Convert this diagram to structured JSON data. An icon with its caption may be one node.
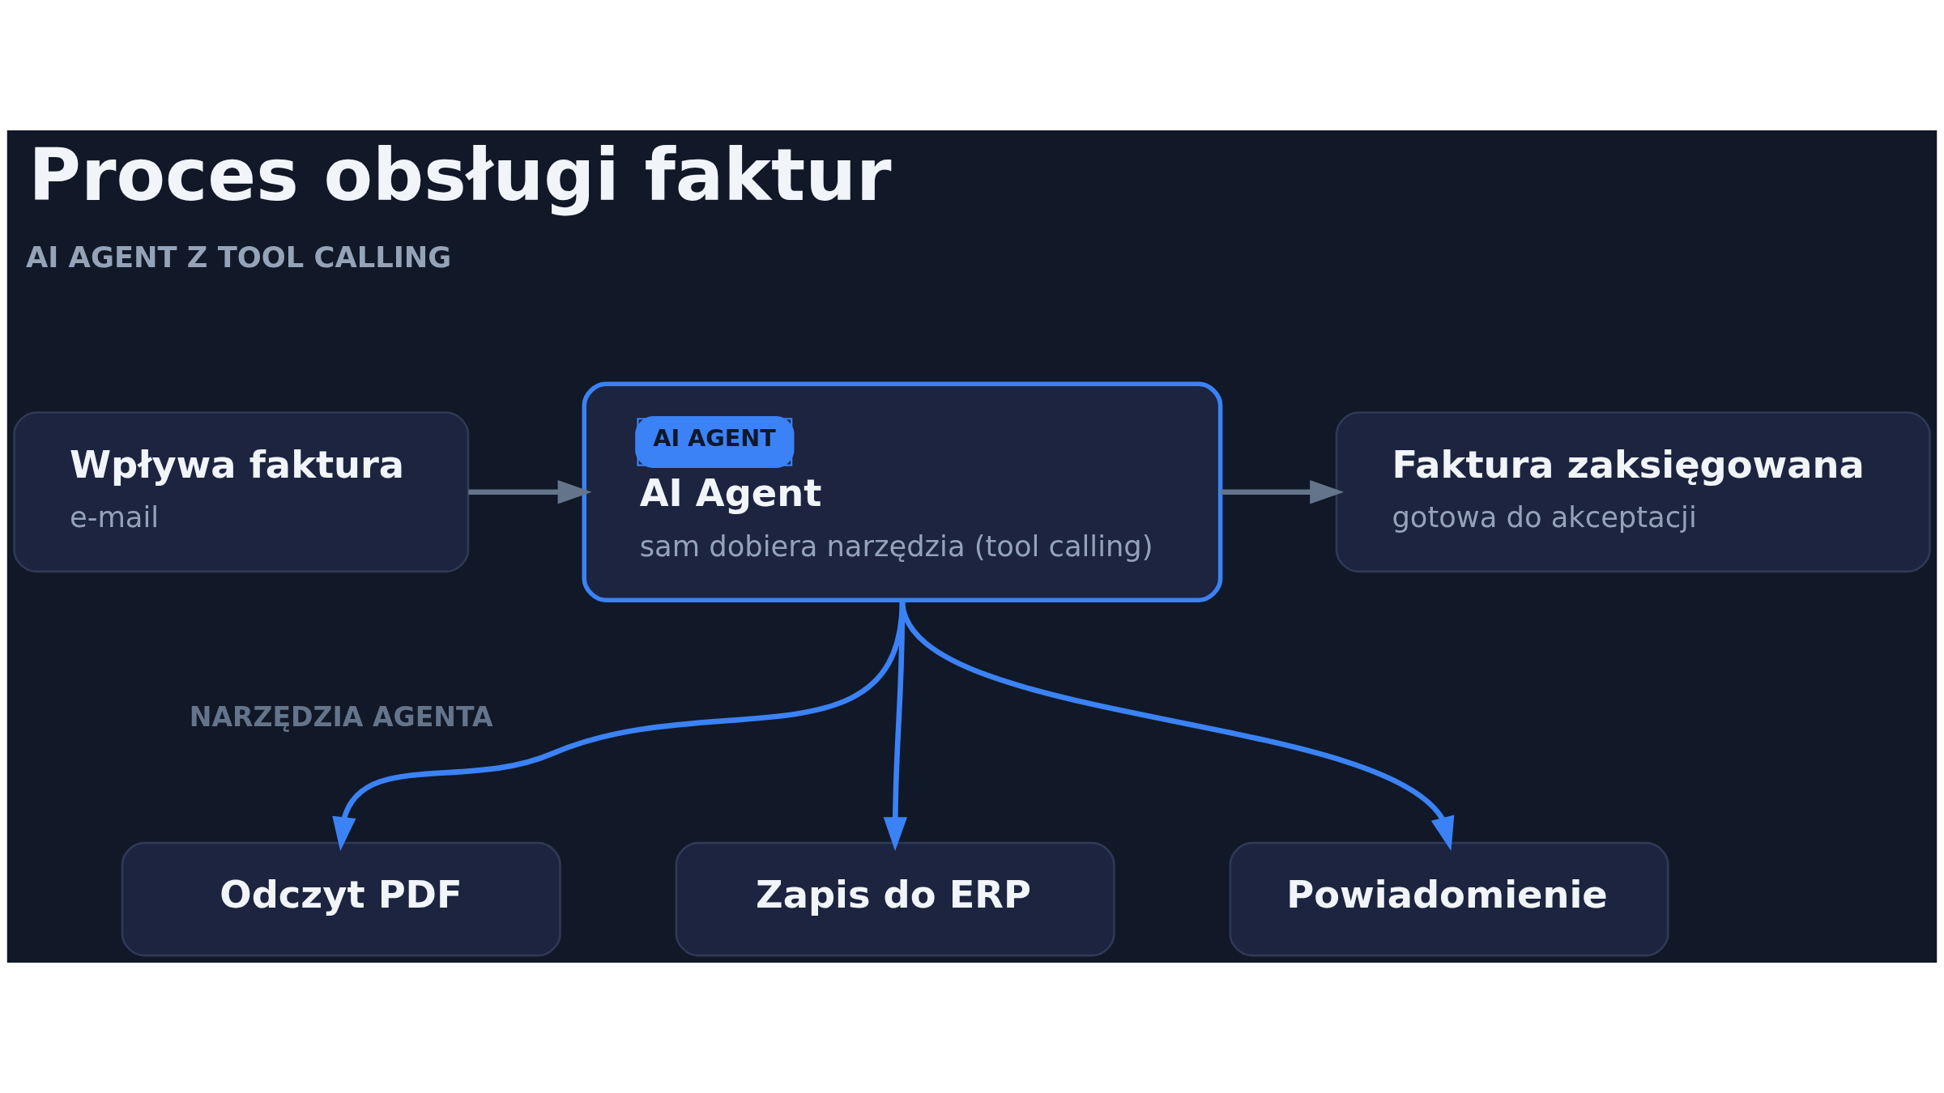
{
  "diagram": {
    "title": "Proces obsługi faktur",
    "nodes": [
      {
        "text": [
          "Wpływa faktura",
          "e-mail"
        ]
      },
      {
        "text": [
          "AI AGENT",
          "AI Agent",
          "sam dobiera narzędzia (tool calling)"
        ]
      },
      {
        "text": [
          "Faktura zaksięgowana",
          "gotowa do akceptacji"
        ]
      },
      {
        "text": [
          "Odczyt PDF"
        ]
      },
      {
        "text": [
          "Zapis do ERP"
        ]
      },
      {
        "text": [
          "Powiadomienie"
        ]
      }
    ],
    "edges": [
      {
        "from": 0,
        "to": 1,
        "arrow": "to",
        "color": "#64748b"
      },
      {
        "from": 1,
        "to": 2,
        "arrow": "to",
        "color": "#64748b"
      },
      {
        "from": 1,
        "to": 3,
        "arrow": "to"
      },
      {
        "from": 1,
        "to": 4,
        "arrow": "to"
      },
      {
        "from": 1,
        "to": 5,
        "arrow": "to"
      }
    ],
    "labels": [
      "AI AGENT Z TOOL CALLING",
      "NARZĘDZIA AGENTA"
    ]
  }
}
